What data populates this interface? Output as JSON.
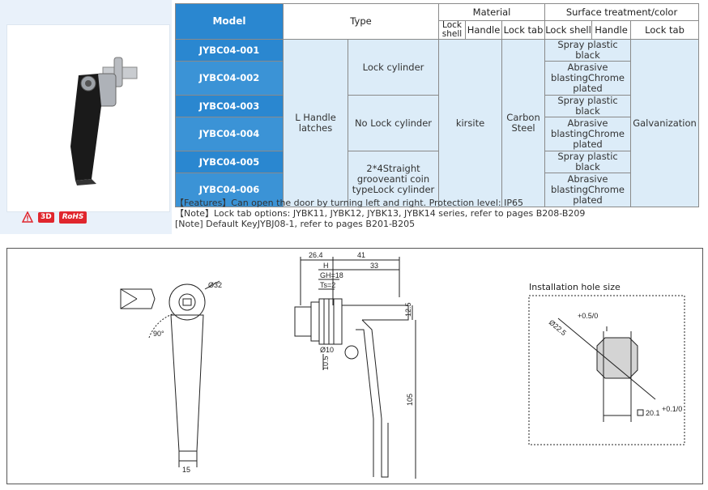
{
  "table": {
    "headers": {
      "model": "Model",
      "type": "Type",
      "material": "Material",
      "surface": "Surface treatment/color",
      "lock_shell": "Lock shell",
      "handle": "Handle",
      "lock_tab": "Lock tab",
      "lock_shell2": "Lock shell",
      "handle2": "Handle",
      "lock_tab2": "Lock tab"
    },
    "models": [
      "JYBC04-001",
      "JYBC04-002",
      "JYBC04-003",
      "JYBC04-004",
      "JYBC04-005",
      "JYBC04-006"
    ],
    "type_main": "L Handle latches",
    "type_sub": [
      "Lock cylinder",
      "No Lock cylinder",
      "2*4Straight grooveanti coin typeLock cylinder"
    ],
    "lock_shell": "kirsite",
    "handle": "Carbon Steel",
    "finish": [
      "Spray plastic black",
      "Abrasive blastingChrome plated",
      "Spray plastic black",
      "Abrasive blastingChrome plated",
      "Spray plastic black",
      "Abrasive blastingChrome plated"
    ],
    "lock_tab": "Galvanization"
  },
  "notes": [
    "【Features】Can open the door by turning left and right. Protection level: IP65",
    "【Note】Lock tab options: JYBK11, JYBK12, JYBK13, JYBK14 series, refer to pages B208-B209",
    "[Note] Default KeyJYBJ08-1, refer to pages B201-B205"
  ],
  "badges": {
    "three_d": "3D",
    "rohs": "RoHS"
  },
  "icons": {
    "warning": "warning-icon"
  },
  "drawing": {
    "install_title": "Installation hole size",
    "dims": {
      "d32": "Ø32",
      "angle": "90°",
      "w15": "15",
      "d264": "26.4",
      "d41": "41",
      "h": "H",
      "d33": "33",
      "gh": "GH=18",
      "ts": "Ts=2",
      "d125": "12.5",
      "d10": "Ø10",
      "d105a": "10.5",
      "d105": "105",
      "hole_d": "Ø22.5",
      "hole_d_tol": "+0.5/0",
      "hole_w": "20.1",
      "hole_w_tol": "+0.1/0"
    }
  },
  "colors": {
    "brand_blue": "#2a87d0",
    "light_blue": "#dcecf8",
    "badge_red": "#e0262d"
  }
}
